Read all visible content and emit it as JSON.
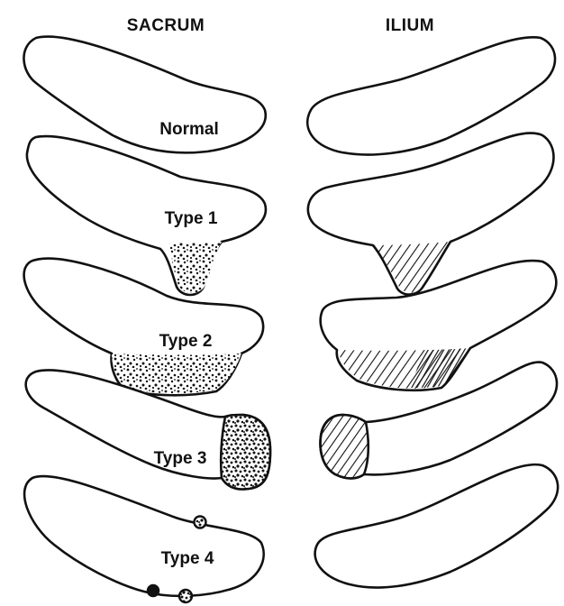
{
  "headings": {
    "left": "SACRUM",
    "right": "ILIUM"
  },
  "rows": [
    {
      "label": "Normal"
    },
    {
      "label": "Type 1"
    },
    {
      "label": "Type 2"
    },
    {
      "label": "Type 3"
    },
    {
      "label": "Type 4"
    }
  ]
}
